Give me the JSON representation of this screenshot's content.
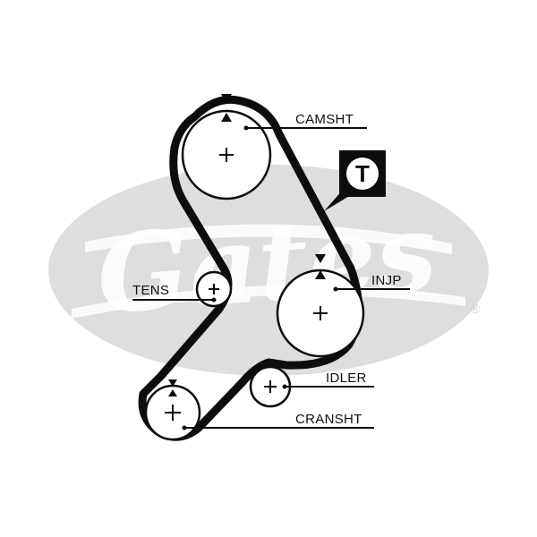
{
  "watermark": {
    "brand": "Gates",
    "registered": "®",
    "color": "#dcdcdc"
  },
  "badge": {
    "letter": "T"
  },
  "labels": {
    "camshaft": "CAMSHT",
    "injection_pump": "INJP",
    "tensioner": "TENS",
    "idler": "IDLER",
    "crankshaft": "CRANSHT"
  },
  "colors": {
    "belt": "#0d0d0d",
    "badge_bg": "#0d0d0d",
    "badge_fg": "#ffffff"
  }
}
